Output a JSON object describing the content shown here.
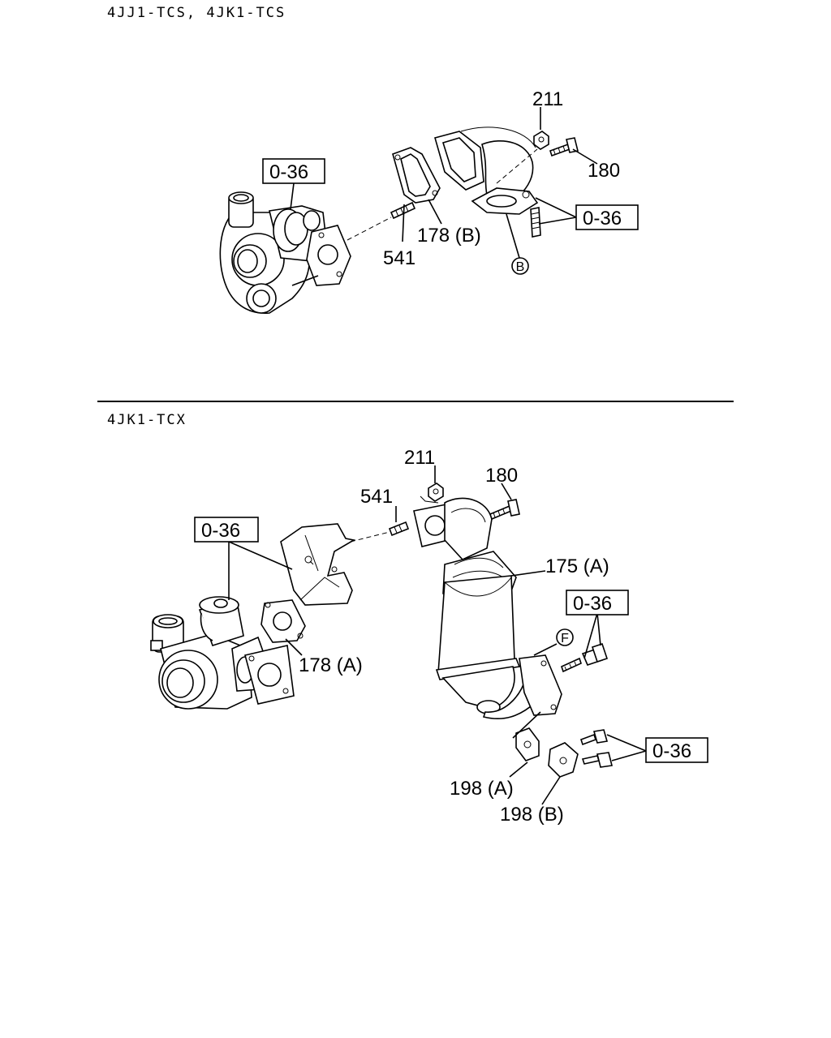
{
  "sections": [
    {
      "title": "4JJ1-TCS, 4JK1-TCS",
      "callouts": {
        "nut": "211",
        "bolt": "180",
        "stud": "541",
        "gasket": "178 (B)"
      },
      "refs": {
        "turbo": "0-36",
        "flange_bolts": "0-36"
      },
      "markers": {
        "pipe": "B"
      }
    },
    {
      "title": "4JK1-TCX",
      "callouts": {
        "nut": "211",
        "bolt": "180",
        "stud": "541",
        "converter": "175 (A)",
        "gasket": "178 (A)",
        "bracket_a": "198 (A)",
        "bracket_b": "198 (B)"
      },
      "refs": {
        "heat_shield": "0-36",
        "converter_bolts": "0-36",
        "bracket_bolts": "0-36"
      },
      "markers": {
        "converter": "F"
      }
    }
  ]
}
